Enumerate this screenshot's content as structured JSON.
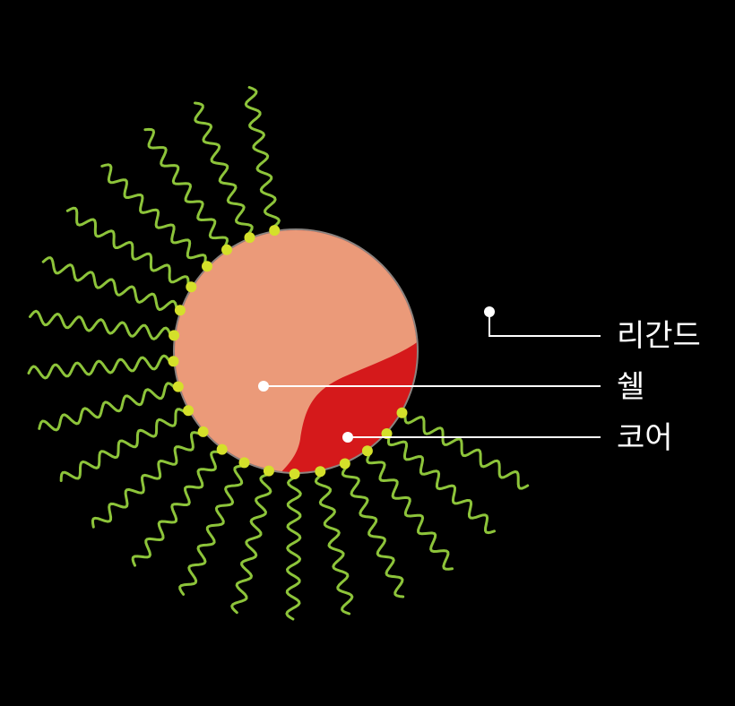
{
  "diagram": {
    "labels": {
      "ligand": "리간드",
      "shell": "쉘",
      "core": "코어"
    },
    "colors": {
      "background": "#000000",
      "shell": "#eb9a79",
      "core": "#d5191b",
      "outer_ring": "#8b8480",
      "ligand_chain": "#8dc43a",
      "anchor_dot": "#d4e02a",
      "callout": "#ffffff"
    }
  }
}
